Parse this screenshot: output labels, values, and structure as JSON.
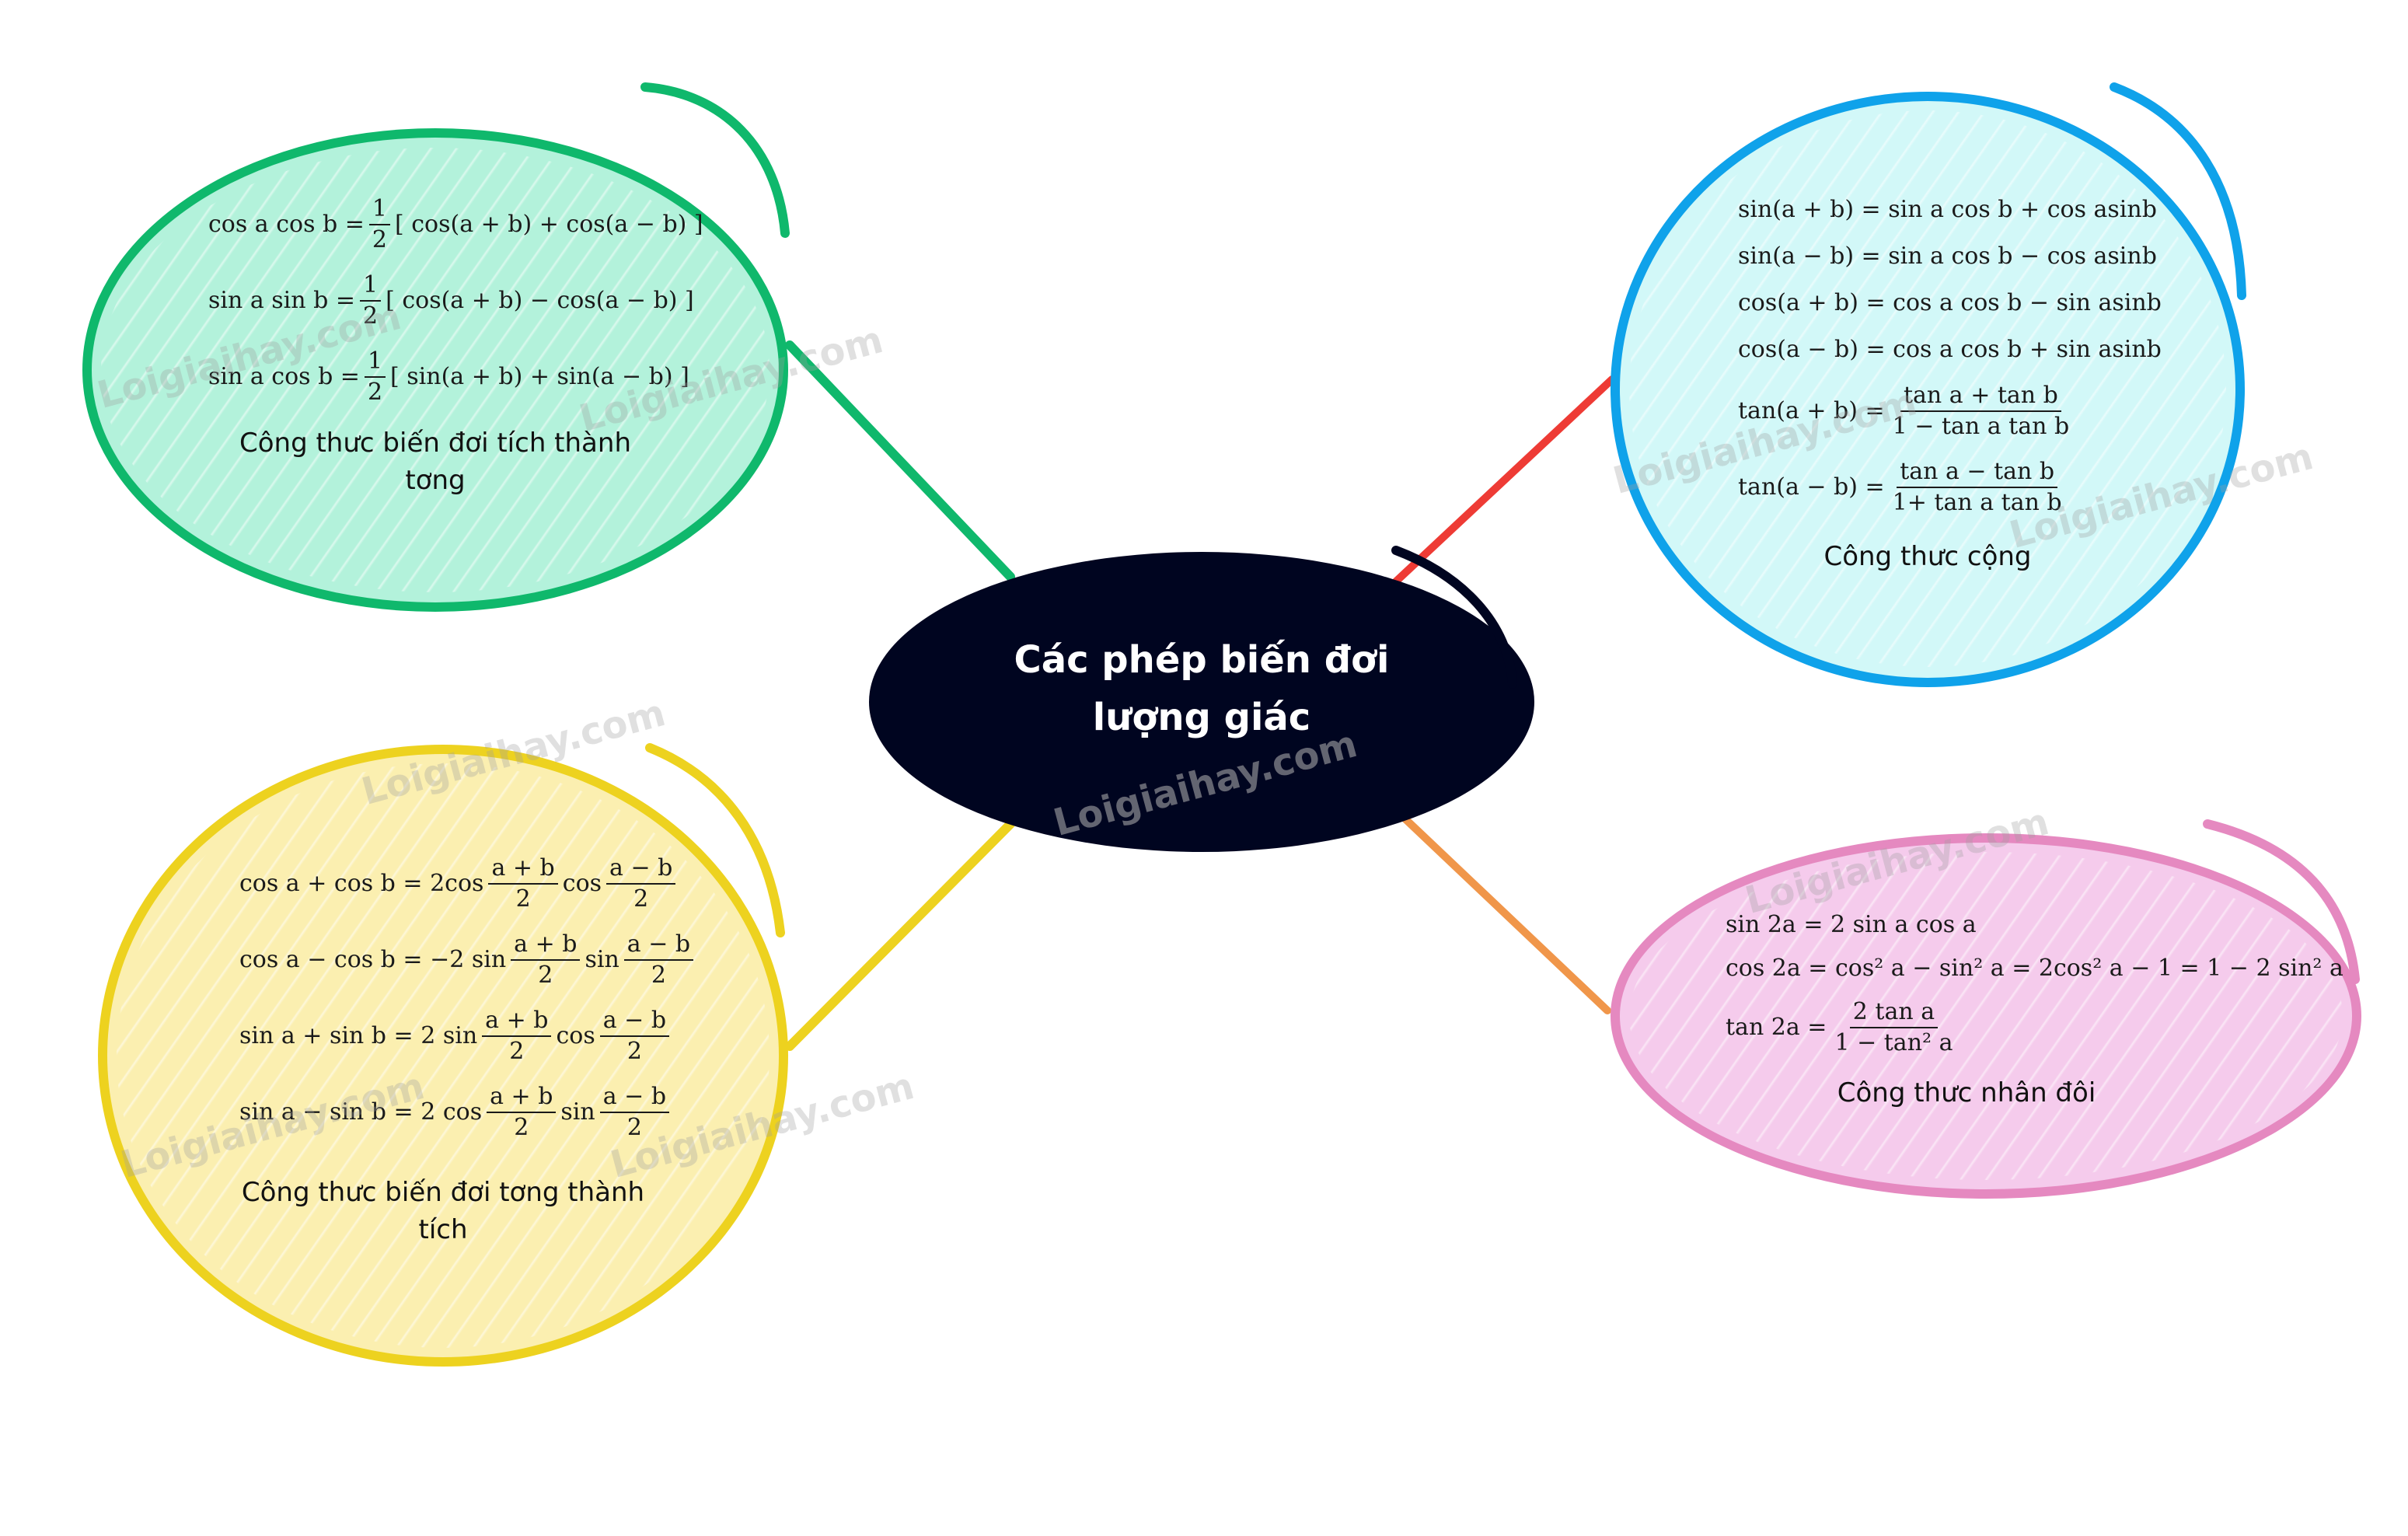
{
  "center": {
    "title_line1": "Các phép biến đơi",
    "title_line2": "lượng giác"
  },
  "nodes": {
    "product_to_sum": {
      "caption_line1": "Công thưc biến đơi tích thành",
      "caption_line2": "tơng",
      "formulas": [
        {
          "lhs": "cos a cos b =",
          "num": "1",
          "den": "2",
          "rhs": "[ cos(a + b) + cos(a − b) ]"
        },
        {
          "lhs": "sin a sin b =",
          "num": "1",
          "den": "2",
          "rhs": "[ cos(a + b) − cos(a − b) ]"
        },
        {
          "lhs": "sin a cos b =",
          "num": "1",
          "den": "2",
          "rhs": "[ sin(a + b) + sin(a − b) ]"
        }
      ]
    },
    "addition": {
      "caption": "Công thưc cộng",
      "formulas_simple": [
        "sin(a + b) = sin a cos b + cos asinb",
        "sin(a − b) = sin a cos b − cos asinb",
        "cos(a + b) = cos a cos b − sin asinb",
        "cos(a − b) = cos a cos b + sin asinb"
      ],
      "formulas_frac": [
        {
          "lhs": "tan(a + b) =",
          "num": "tan a + tan b",
          "den": "1 − tan a tan b"
        },
        {
          "lhs": "tan(a − b) =",
          "num": "tan a − tan b",
          "den": "1+ tan a tan b"
        }
      ]
    },
    "sum_to_product": {
      "caption_line1": "Công thưc biến đơi tơng thành",
      "caption_line2": "tích",
      "formulas": [
        {
          "lhs": "cos a + cos b = 2cos",
          "n1": "a + b",
          "d1": "2",
          "mid": "cos",
          "n2": "a − b",
          "d2": "2"
        },
        {
          "lhs": "cos a − cos b = −2 sin",
          "n1": "a + b",
          "d1": "2",
          "mid": "sin",
          "n2": "a − b",
          "d2": "2"
        },
        {
          "lhs": "sin a + sin b = 2 sin",
          "n1": "a + b",
          "d1": "2",
          "mid": "cos",
          "n2": "a − b",
          "d2": "2"
        },
        {
          "lhs": "sin a − sin b = 2 cos",
          "n1": "a + b",
          "d1": "2",
          "mid": "sin",
          "n2": "a − b",
          "d2": "2"
        }
      ]
    },
    "double_angle": {
      "caption": "Công thưc nhân đôi",
      "formula_1": "sin 2a = 2 sin a cos a",
      "formula_2": "cos 2a = cos² a − sin² a = 2cos² a − 1 = 1 − 2 sin² a",
      "formula_3": {
        "lhs": "tan 2a =",
        "num": "2 tan a",
        "den": "1 − tan² a"
      }
    }
  },
  "watermark": "Loigiaihay.com",
  "colors": {
    "green": "#0fb86c",
    "blue": "#0fa2ea",
    "yellow": "#edd21f",
    "pink": "#e589c0",
    "red_connector": "#ee3b35",
    "orange_connector": "#f0964a",
    "center_fill": "#000520"
  }
}
